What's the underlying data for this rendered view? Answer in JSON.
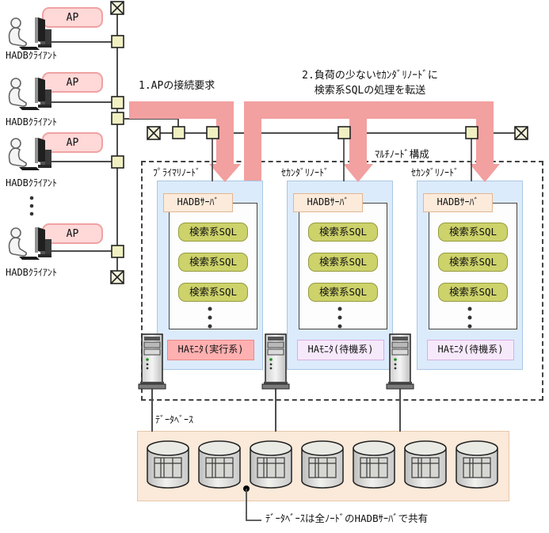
{
  "colors": {
    "arrow_pink": "#F2A0A0",
    "node_fill": "#DCEBFB",
    "ap_fill": "#FFD8D8",
    "sql_fill": "#CDD26A",
    "server_badge_fill": "#FCEBDB",
    "monitor_active_fill": "#FFB0B0",
    "monitor_standby_fill": "#F6E9FB",
    "database_fill": "#FBE9D9",
    "hub_fill": "#F0F0C2",
    "line_gray": "#4d4d4d"
  },
  "clients": [
    {
      "ap": "AP",
      "label": "HADBｸﾗｲｱﾝﾄ"
    },
    {
      "ap": "AP",
      "label": "HADBｸﾗｲｱﾝﾄ"
    },
    {
      "ap": "AP",
      "label": "HADBｸﾗｲｱﾝﾄ"
    },
    {
      "ap": "AP",
      "label": "HADBｸﾗｲｱﾝﾄ"
    }
  ],
  "annotations": {
    "step1": "1.APの接続要求",
    "step2_line1": "2.負荷の少ないｾｶﾝﾀﾞﾘﾉｰﾄﾞに",
    "step2_line2": "検索系SQLの処理を転送",
    "multi_node": "ﾏﾙﾁﾉｰﾄﾞ構成",
    "database_label": "ﾃﾞｰﾀﾍﾞｰｽ",
    "share_note": "ﾃﾞｰﾀﾍﾞｰｽは全ﾉｰﾄﾞのHADBｻｰﾊﾞで共有"
  },
  "nodes": [
    {
      "role": "ﾌﾟﾗｲﾏﾘﾉｰﾄﾞ",
      "server": "HADBｻｰﾊﾞ",
      "sqls": [
        "検索系SQL",
        "検索系SQL",
        "検索系SQL"
      ],
      "monitor": "HAﾓﾆﾀ(実行系)"
    },
    {
      "role": "ｾｶﾝﾀﾞﾘﾉｰﾄﾞ",
      "server": "HADBｻｰﾊﾞ",
      "sqls": [
        "検索系SQL",
        "検索系SQL",
        "検索系SQL"
      ],
      "monitor": "HAﾓﾆﾀ(待機系)"
    },
    {
      "role": "ｾｶﾝﾀﾞﾘﾉｰﾄﾞ",
      "server": "HADBｻｰﾊﾞ",
      "sqls": [
        "検索系SQL",
        "検索系SQL",
        "検索系SQL"
      ],
      "monitor": "HAﾓﾆﾀ(待機系)"
    }
  ]
}
